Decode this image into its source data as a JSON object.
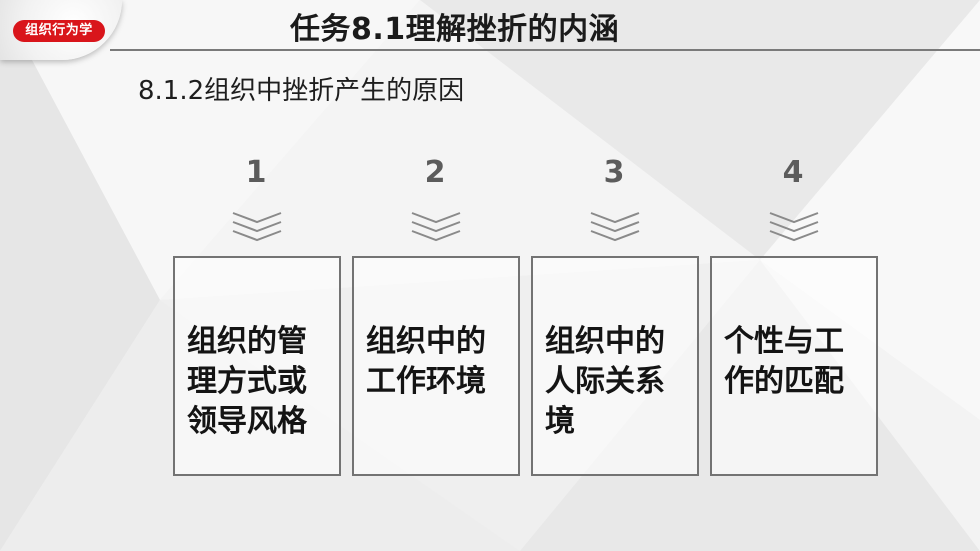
{
  "badge": {
    "label": "组织行为学"
  },
  "header": {
    "title": "任务8.1理解挫折的内涵"
  },
  "section": {
    "subtitle": "8.1.2组织中挫折产生的原因"
  },
  "causes": [
    {
      "number": "1",
      "text": "组织的管理方式或领导风格"
    },
    {
      "number": "2",
      "text": "组织中的工作环境"
    },
    {
      "number": "3",
      "text": "组织中的人际关系境"
    },
    {
      "number": "4",
      "text": "个性与工作的匹配"
    }
  ],
  "colors": {
    "accent": "#d9151b",
    "border": "#737373",
    "number": "#5c5c5c"
  },
  "icons": {
    "step_arrow": "triple-chevron-down-icon"
  }
}
